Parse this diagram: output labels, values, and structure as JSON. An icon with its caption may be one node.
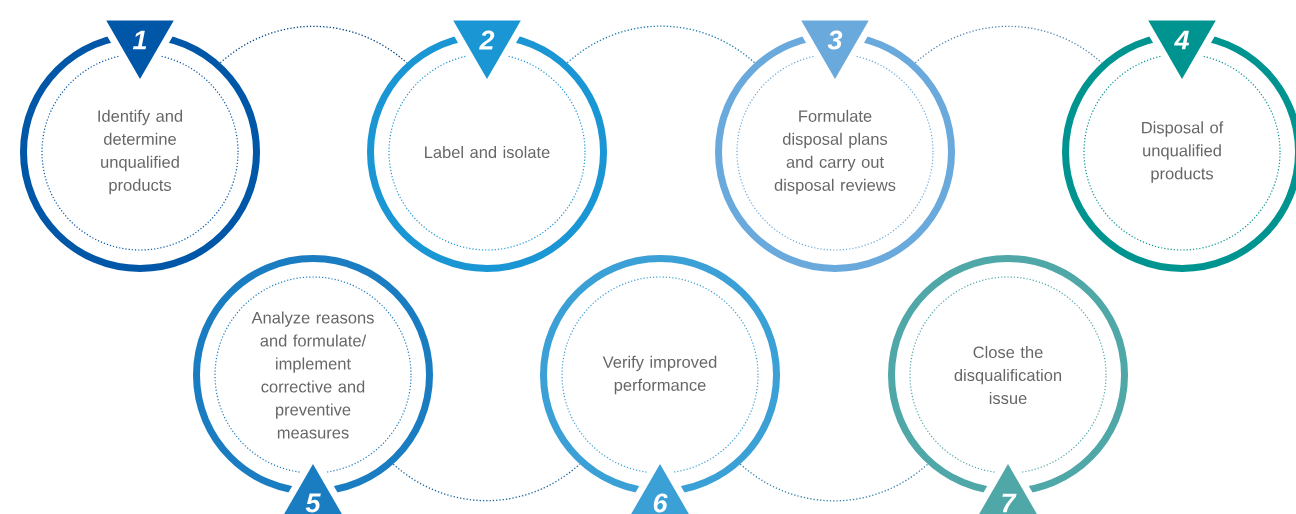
{
  "diagram": {
    "nodes": [
      {
        "text": [
          "1",
          "Identify and determine unqualified products"
        ]
      },
      {
        "text": [
          "2",
          "Label and isolate"
        ]
      },
      {
        "text": [
          "3",
          "Formulate disposal plans and carry out disposal reviews"
        ]
      },
      {
        "text": [
          "4",
          "Disposal of unqualified products"
        ]
      },
      {
        "text": [
          "Analyze reasons and formulate/ implement corrective and preventive measures",
          "5"
        ]
      },
      {
        "text": [
          "Verify improved performance",
          "6"
        ]
      },
      {
        "text": [
          "Close the disqualification issue",
          "7"
        ]
      }
    ],
    "edges": [
      {
        "from": 0,
        "to": 1,
        "arrow": "none",
        "style": "dashed"
      },
      {
        "from": 1,
        "to": 2,
        "arrow": "none",
        "style": "dashed"
      },
      {
        "from": 2,
        "to": 3,
        "arrow": "none",
        "style": "dashed"
      },
      {
        "from": 4,
        "to": 5,
        "arrow": "none",
        "style": "dashed"
      },
      {
        "from": 5,
        "to": 6,
        "arrow": "none",
        "style": "dashed"
      }
    ]
  }
}
